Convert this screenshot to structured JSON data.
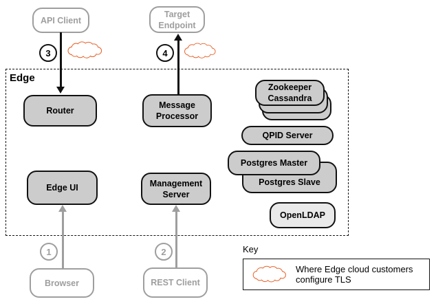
{
  "colors": {
    "cloud_orange": "#E8622C",
    "component_fill": "#CCCCCC",
    "component_fill_light": "#E9E9E9",
    "external_gray": "#9E9E9E",
    "border_black": "#111111"
  },
  "external_nodes": {
    "api_client": "API Client",
    "target_endpoint": "Target Endpoint",
    "browser": "Browser",
    "rest_client": "REST Client"
  },
  "edge": {
    "label": "Edge",
    "components": {
      "router": "Router",
      "message_processor": "Message Processor",
      "edge_ui": "Edge UI",
      "management_server": "Management Server",
      "zookeeper": "Zookeeper",
      "cassandra": "Cassandra",
      "qpid_server": "QPID Server",
      "postgres_master": "Postgres Master",
      "postgres_slave": "Postgres Slave",
      "openldap": "OpenLDAP"
    }
  },
  "markers": {
    "m1": "1",
    "m2": "2",
    "m3": "3",
    "m4": "4"
  },
  "key": {
    "label": "Key",
    "description": "Where Edge cloud customers configure TLS"
  }
}
